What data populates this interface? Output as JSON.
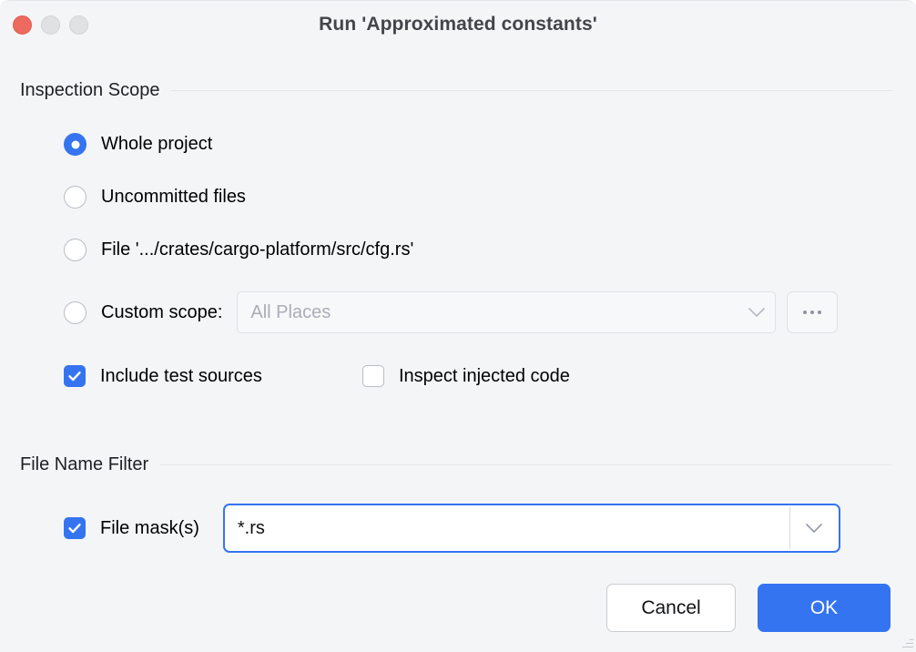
{
  "window": {
    "title": "Run 'Approximated constants'",
    "controls": [
      {
        "name": "close",
        "color": "#EC6A5E"
      },
      {
        "name": "minimize",
        "color": "#E0E1E2"
      },
      {
        "name": "maximize",
        "color": "#E0E1E2"
      }
    ]
  },
  "accent_color": "#3574F0",
  "sections": {
    "inspection_scope": {
      "title": "Inspection Scope",
      "radios": [
        {
          "label": "Whole project",
          "checked": true
        },
        {
          "label": "Uncommitted files",
          "checked": false
        },
        {
          "label": "File '.../crates/cargo-platform/src/cfg.rs'",
          "checked": false
        },
        {
          "label": "Custom scope:",
          "checked": false
        }
      ],
      "custom_scope_combo": {
        "value": "All Places",
        "enabled": false,
        "chevron": "chevron-down-icon"
      },
      "browse_button": {
        "label": "...",
        "enabled": false
      },
      "checkboxes": [
        {
          "label": "Include test sources",
          "checked": true
        },
        {
          "label": "Inspect injected code",
          "checked": false
        }
      ]
    },
    "file_name_filter": {
      "title": "File Name Filter",
      "file_mask_checkbox": {
        "label": "File mask(s)",
        "checked": true
      },
      "file_mask_combo": {
        "value": "*.rs",
        "placeholder": "",
        "focused": true,
        "chevron": "chevron-down-icon"
      }
    }
  },
  "footer": {
    "cancel_label": "Cancel",
    "ok_label": "OK"
  }
}
